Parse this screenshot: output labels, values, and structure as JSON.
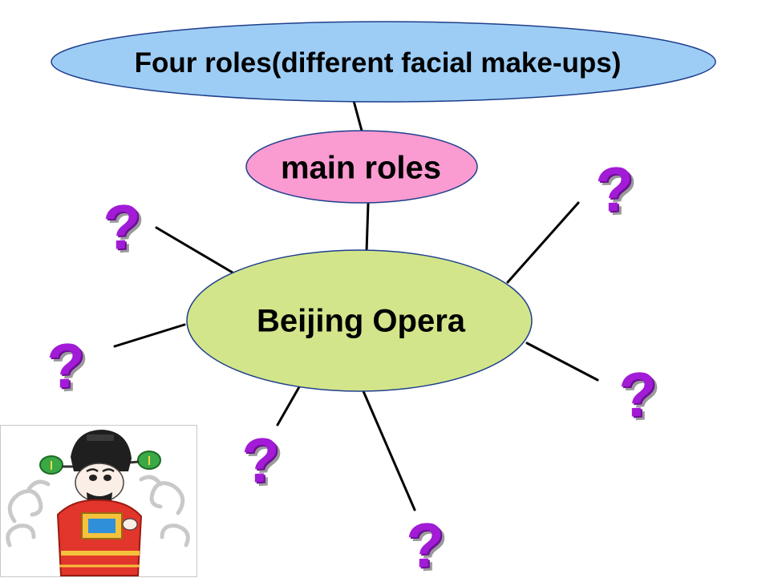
{
  "diagram": {
    "top_node": {
      "label": "Four roles(different facial make-ups)",
      "color": "#9dcdf5"
    },
    "middle_node": {
      "label": "main roles",
      "color": "#fa9bd1"
    },
    "center_node": {
      "label": "Beijing Opera",
      "color": "#d2e58a"
    },
    "unknown_nodes": [
      {
        "label": "?"
      },
      {
        "label": "?"
      },
      {
        "label": "?"
      },
      {
        "label": "?"
      },
      {
        "label": "?"
      },
      {
        "label": "?"
      }
    ],
    "question_mark_color": "#a21bd6",
    "illustration": "beijing-opera-character-icon"
  }
}
